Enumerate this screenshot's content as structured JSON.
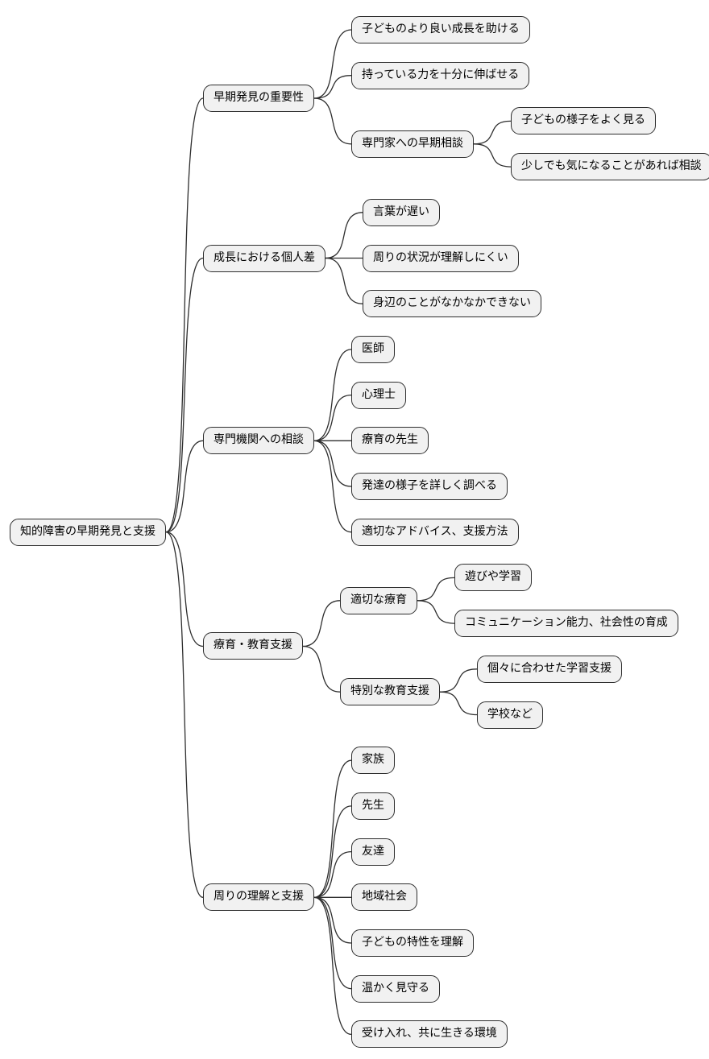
{
  "diagram": {
    "type": "mindmap",
    "background_color": "#ffffff",
    "node_fill": "#f1f1f1",
    "node_border": "#2e2e2e",
    "edge_color": "#2e2e2e",
    "text_color": "#000000",
    "root": {
      "label": "知的障害の早期発見と支援",
      "children": [
        {
          "label": "早期発見の重要性",
          "children": [
            {
              "label": "子どものより良い成長を助ける"
            },
            {
              "label": "持っている力を十分に伸ばせる"
            },
            {
              "label": "専門家への早期相談",
              "children": [
                {
                  "label": "子どもの様子をよく見る"
                },
                {
                  "label": "少しでも気になることがあれば相談"
                }
              ]
            }
          ]
        },
        {
          "label": "成長における個人差",
          "children": [
            {
              "label": "言葉が遅い"
            },
            {
              "label": "周りの状況が理解しにくい"
            },
            {
              "label": "身辺のことがなかなかできない"
            }
          ]
        },
        {
          "label": "専門機関への相談",
          "children": [
            {
              "label": "医師"
            },
            {
              "label": "心理士"
            },
            {
              "label": "療育の先生"
            },
            {
              "label": "発達の様子を詳しく調べる"
            },
            {
              "label": "適切なアドバイス、支援方法"
            }
          ]
        },
        {
          "label": "療育・教育支援",
          "children": [
            {
              "label": "適切な療育",
              "children": [
                {
                  "label": "遊びや学習"
                },
                {
                  "label": "コミュニケーション能力、社会性の育成"
                }
              ]
            },
            {
              "label": "特別な教育支援",
              "children": [
                {
                  "label": "個々に合わせた学習支援"
                },
                {
                  "label": "学校など"
                }
              ]
            }
          ]
        },
        {
          "label": "周りの理解と支援",
          "children": [
            {
              "label": "家族"
            },
            {
              "label": "先生"
            },
            {
              "label": "友達"
            },
            {
              "label": "地域社会"
            },
            {
              "label": "子どもの特性を理解"
            },
            {
              "label": "温かく見守る"
            },
            {
              "label": "受け入れ、共に生きる環境"
            }
          ]
        }
      ]
    }
  }
}
